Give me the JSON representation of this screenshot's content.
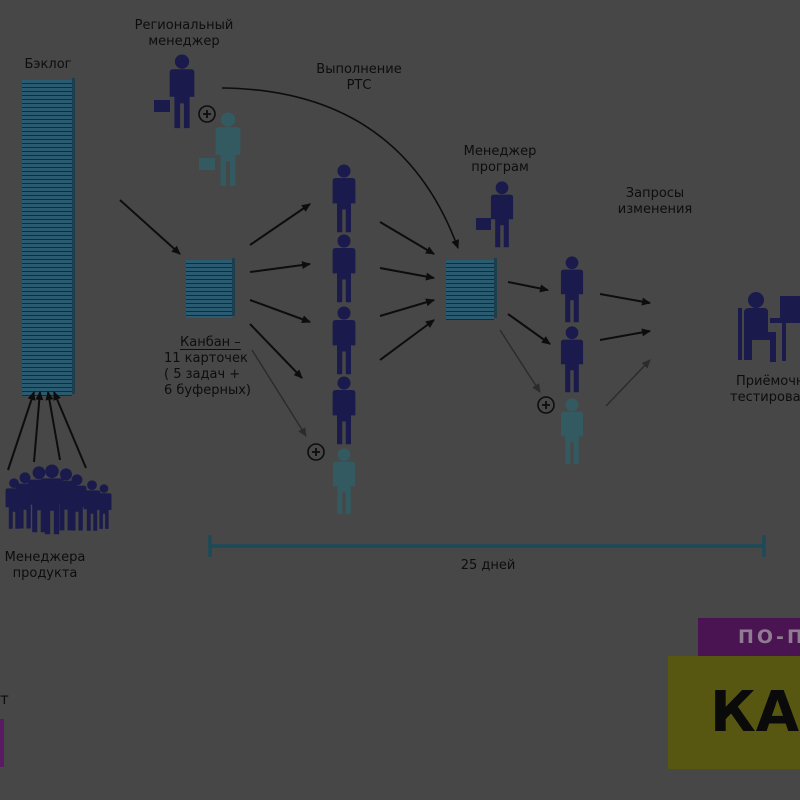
{
  "labels": {
    "backlog": "Бэклог",
    "regional_manager": [
      "Региональный",
      "менеджер"
    ],
    "rts": [
      "Выполнение",
      "РТС"
    ],
    "program_manager": [
      "Менеджер",
      "програм"
    ],
    "change_requests": [
      "Запросы",
      "изменения"
    ],
    "kanban_title": "Канбан –",
    "kanban_lines": [
      "11 карточек",
      "( 5 задач +",
      "6 буферных)"
    ],
    "acceptance": [
      "Приёмочн",
      "тестирова"
    ],
    "product_managers": [
      "Менеджера",
      "продукта"
    ],
    "duration": "25 дней",
    "left_fragment": "т"
  },
  "badge": {
    "top": "ПО-П",
    "main": "КАН"
  },
  "colors": {
    "background": "#474747",
    "person_dark": "#1a1a4d",
    "person_teal": "#335a61",
    "stack": "#2a5b70",
    "timeline": "#1b4b58",
    "badge_top": "#4a1352",
    "badge_main": "#575712"
  },
  "icons": [
    "person-icon",
    "briefcase-icon",
    "plus-icon",
    "arrow-icon",
    "card-stack-icon",
    "desk-icon"
  ]
}
